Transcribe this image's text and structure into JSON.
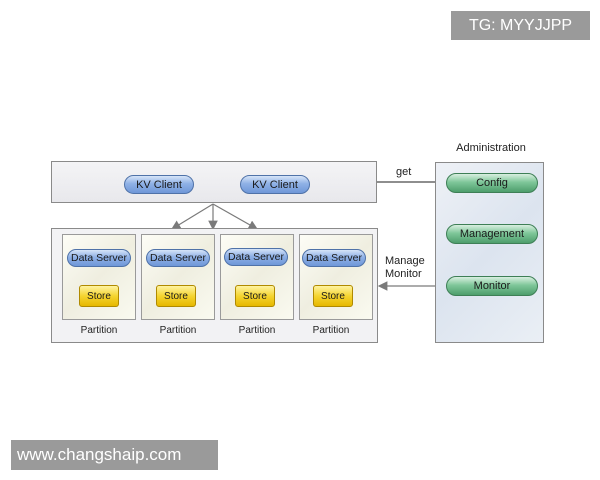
{
  "watermarks": {
    "top_right": "TG: MYYJJPP",
    "bottom_left": "www.changshaip.com"
  },
  "clients": [
    {
      "label": "KV Client"
    },
    {
      "label": "KV Client"
    }
  ],
  "partitions": [
    {
      "server": "Data Server",
      "store": "Store",
      "label": "Partition"
    },
    {
      "server": "Data Server",
      "store": "Store",
      "label": "Partition"
    },
    {
      "server": "Data Server",
      "store": "Store",
      "label": "Partition"
    },
    {
      "server": "Data Server",
      "store": "Store",
      "label": "Partition"
    }
  ],
  "administration": {
    "title": "Administration",
    "config": "Config",
    "management": "Management",
    "monitor": "Monitor"
  },
  "edges": {
    "get": "get",
    "manage_line1": "Manage",
    "manage_line2": "Monitor"
  },
  "colors": {
    "pill_blue": "#8fb1e6",
    "pill_green": "#7fc79a",
    "store_yellow": "#f5d430",
    "watermark_gray": "#9a9a9a"
  }
}
